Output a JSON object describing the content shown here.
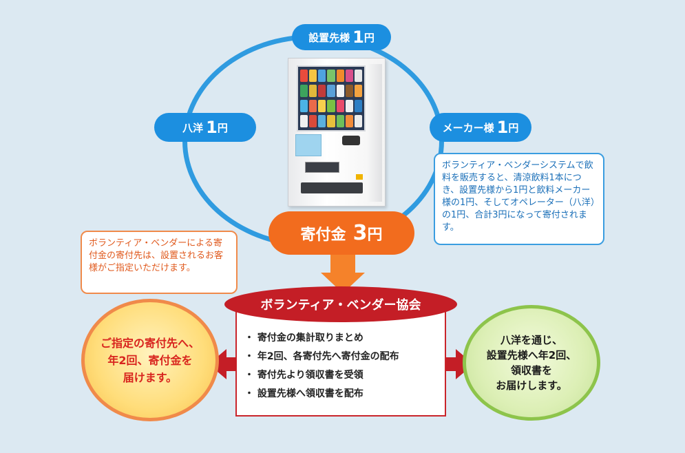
{
  "ring_labels": {
    "top": {
      "label": "設置先様",
      "amount": "1",
      "unit": "円"
    },
    "left": {
      "label": "八洋",
      "amount": "1",
      "unit": "円"
    },
    "right": {
      "label": "メーカー様",
      "amount": "1",
      "unit": "円"
    }
  },
  "donation": {
    "label": "寄付金",
    "amount": "3",
    "unit": "円"
  },
  "info_right": "ボランティア・ベンダーシステムで飲料を販売すると、清涼飲料1本につき、設置先様から1円と飲料メーカー様の1円、そしてオペレーター（八洋）の1円、合計3円になって寄付されます。",
  "info_left": "ボランティア・ベンダーによる寄付金の寄付先は、設置されるお客様がご指定いただけます。",
  "association": {
    "title": "ボランティア・ベンダー協会",
    "items": [
      "・ 寄付金の集計取りまとめ",
      "・ 年2回、各寄付先へ寄付金の配布",
      "・ 寄付先より領収書を受領",
      "・ 設置先様へ領収書を配布"
    ]
  },
  "circle_left": "ご指定の寄付先へ、\n年2回、寄付金を\n届けます。",
  "circle_right": "八洋を通じ、\n設置先様へ年2回、\n領収書を\nお届けします。",
  "colors": {
    "ring": "#2f9be0",
    "pill_blue": "#1c8fe0",
    "donation_orange": "#f26c1e",
    "association_red": "#c41e26",
    "circle_left_border": "#f08a4a",
    "circle_right_border": "#8dc44b"
  }
}
